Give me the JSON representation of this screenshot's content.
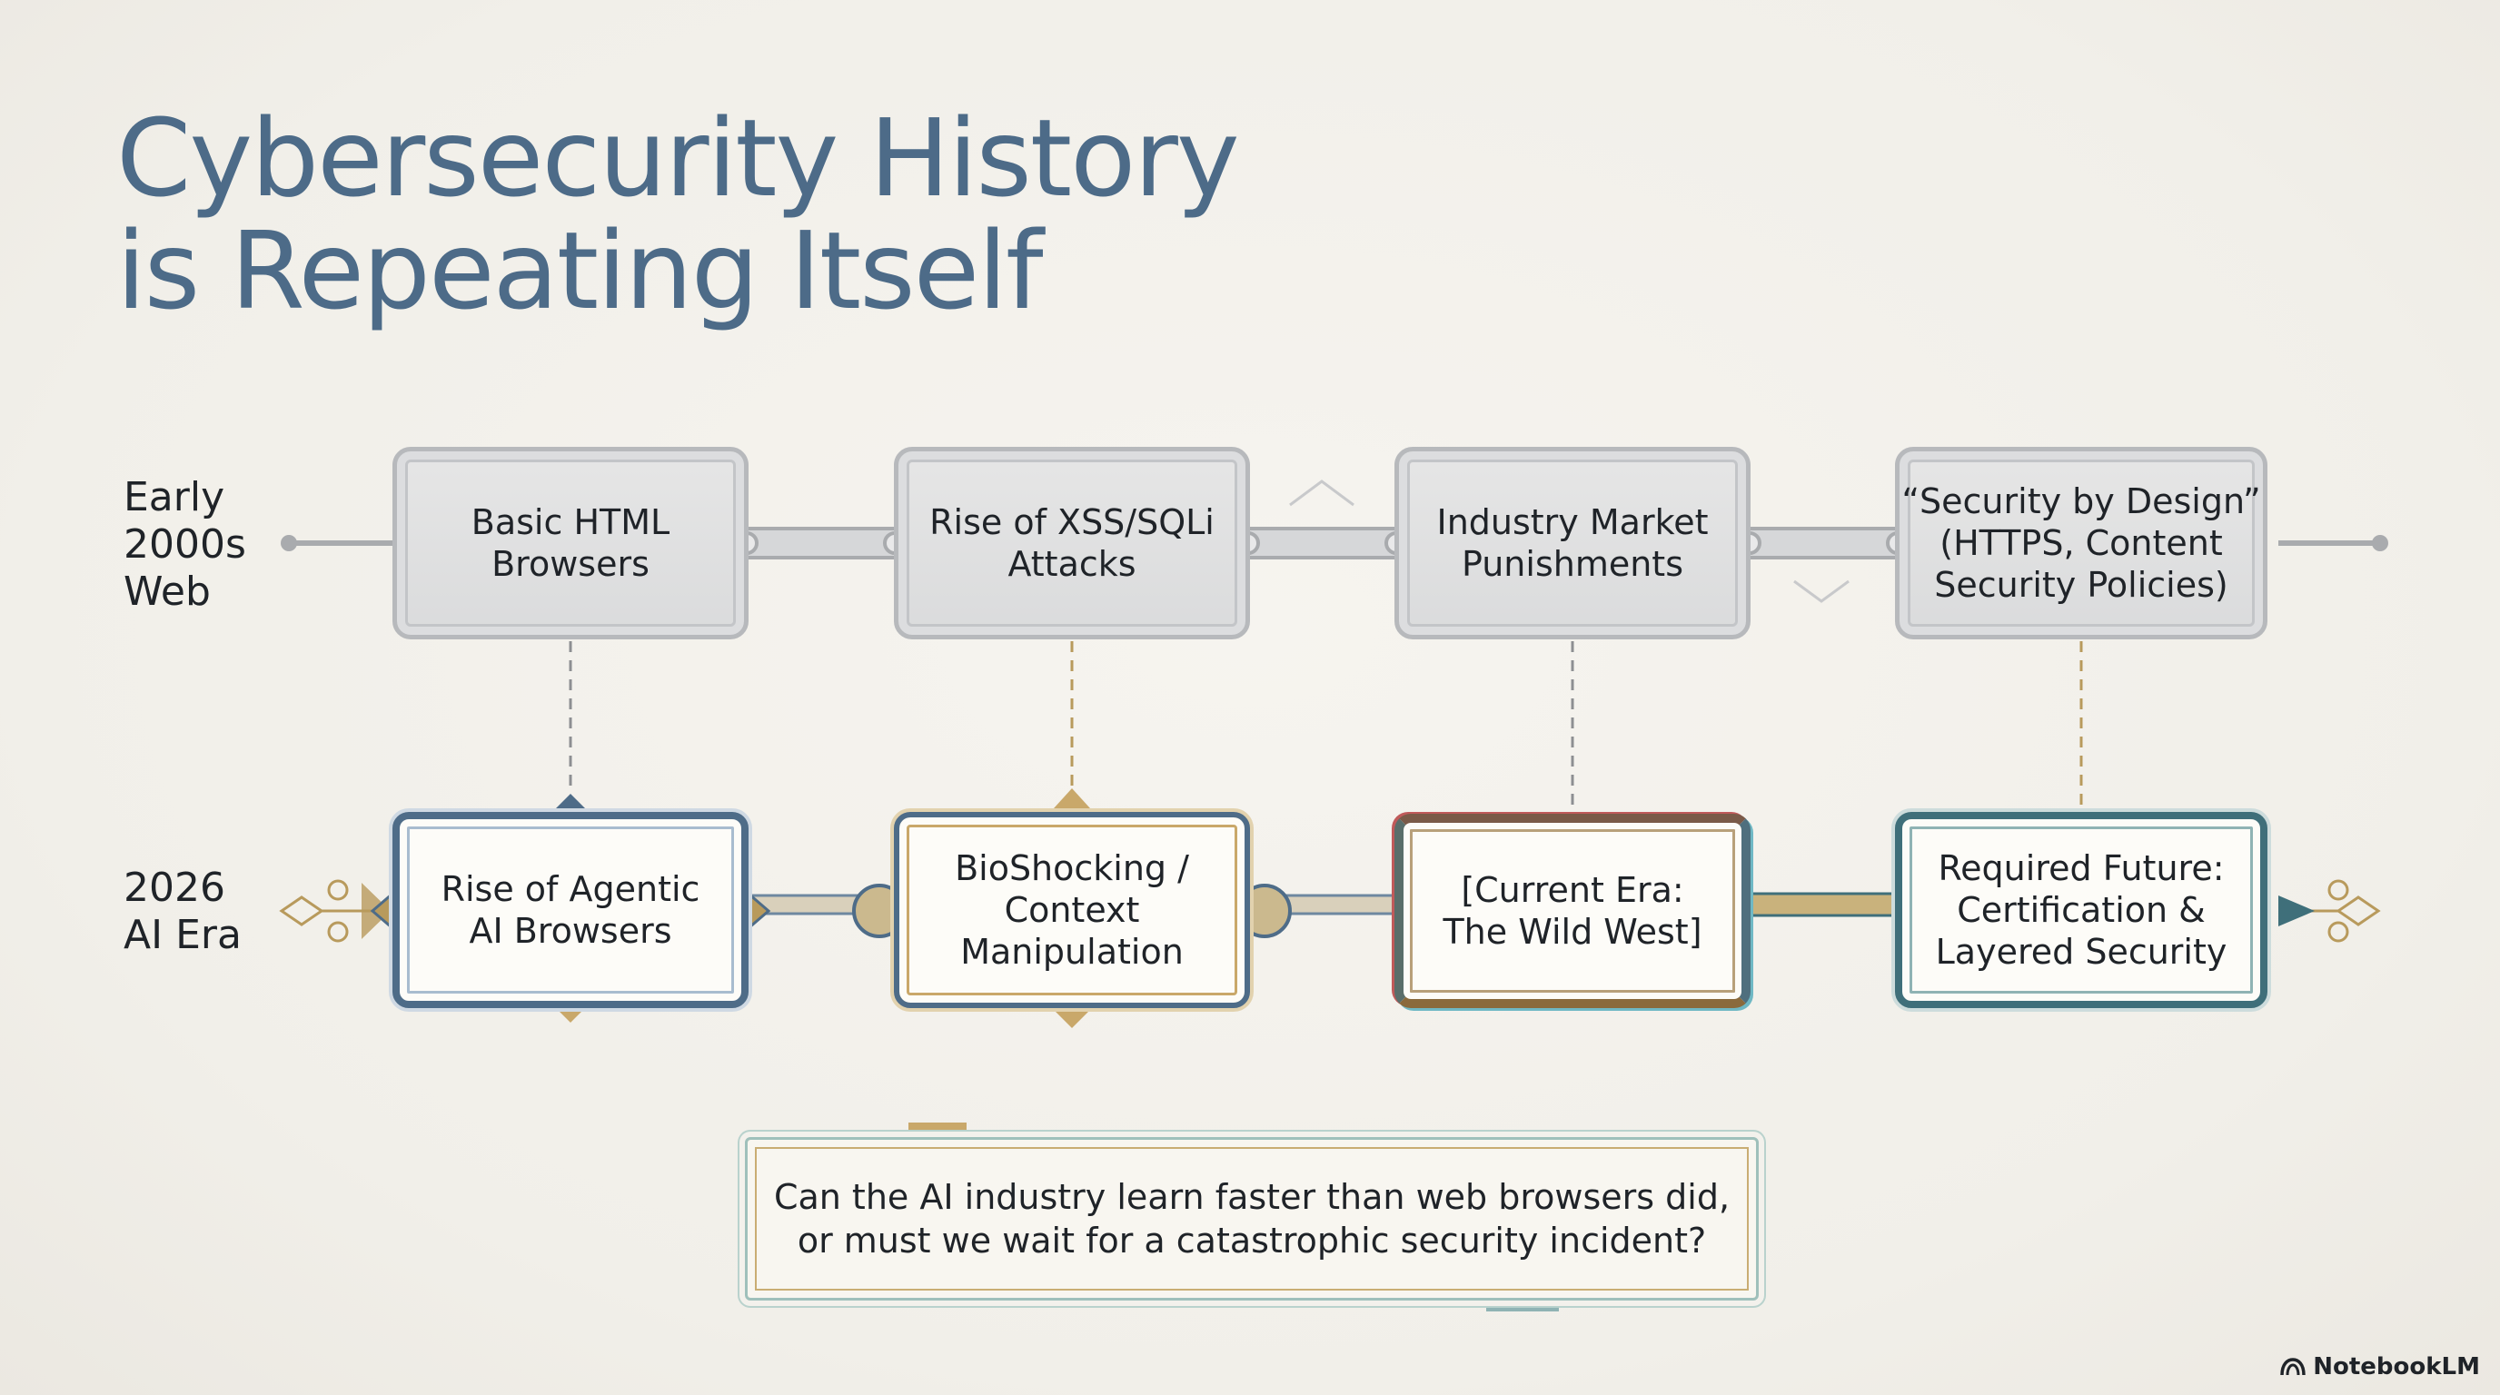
{
  "title": {
    "line1": "Cybersecurity History",
    "line2": "is Repeating Itself"
  },
  "rows": {
    "web": {
      "label_lines": [
        "Early",
        "2000s",
        "Web"
      ]
    },
    "ai": {
      "label_lines": [
        "2026",
        "AI Era"
      ]
    }
  },
  "web_stages": [
    {
      "lines": [
        "Basic HTML",
        "Browsers"
      ]
    },
    {
      "lines": [
        "Rise of XSS/SQLi",
        "Attacks"
      ]
    },
    {
      "lines": [
        "Industry Market",
        "Punishments"
      ]
    },
    {
      "lines": [
        "“Security by Design”",
        "(HTTPS, Content",
        "Security Policies)"
      ]
    }
  ],
  "ai_stages": [
    {
      "lines": [
        "Rise of Agentic",
        "AI Browsers"
      ]
    },
    {
      "lines": [
        "BioShocking /",
        "Context",
        "Manipulation"
      ]
    },
    {
      "lines": [
        "[Current Era:",
        "The Wild West]"
      ]
    },
    {
      "lines": [
        "Required Future:",
        "Certification &",
        "Layered Security"
      ]
    }
  ],
  "question": {
    "line1": "Can the AI industry learn faster than web browsers did,",
    "line2": "or must we wait for a catastrophic security incident?"
  },
  "branding": {
    "name": "NotebookLM",
    "icon": "notebooklm-logo-icon"
  },
  "colors": {
    "title": "#4d6b88",
    "gray_box": "#dadbdc",
    "blue_frame": "#4e6c88",
    "gold_accent": "#c9a86a",
    "teal_frame": "#3f6f7a"
  }
}
